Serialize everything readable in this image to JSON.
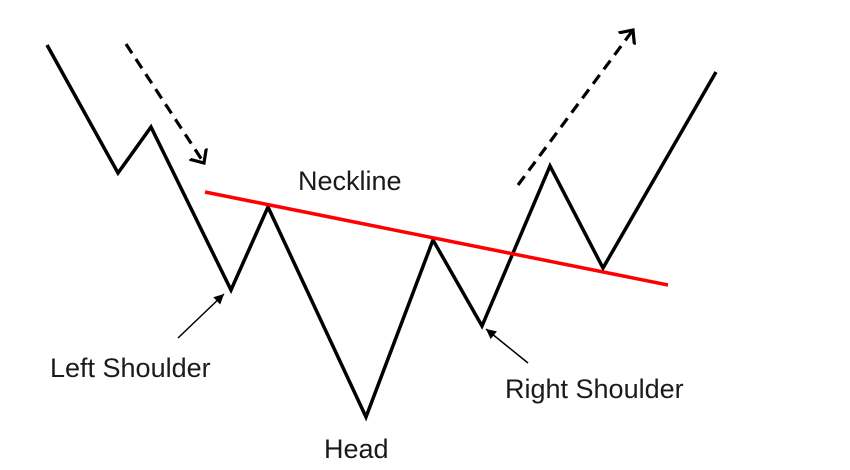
{
  "labels": {
    "neckline": "Neckline",
    "left_shoulder": "Left Shoulder",
    "head": "Head",
    "right_shoulder": "Right Shoulder"
  },
  "colors": {
    "price_line": "#000000",
    "neckline": "#ff0000",
    "text": "#1a1a1a"
  },
  "arrows": {
    "downtrend": "dashed-down-arrow",
    "breakout": "dashed-up-arrow",
    "pointer": "solid-pointer-arrow"
  }
}
